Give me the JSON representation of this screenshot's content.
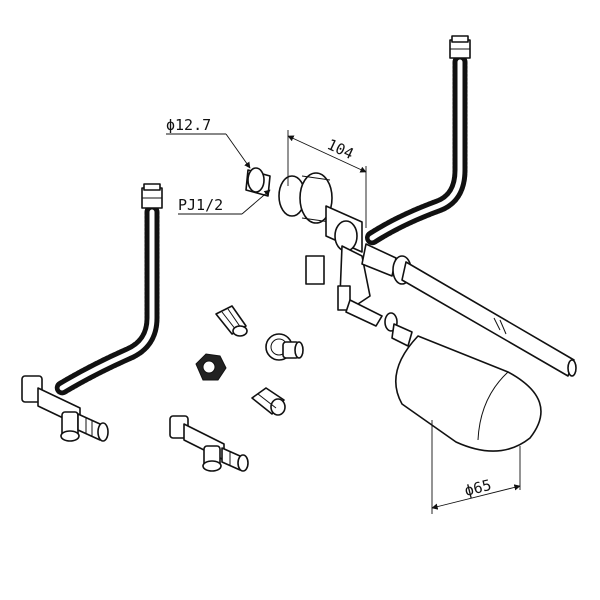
{
  "labels": {
    "pipe_diameter": "ϕ12.7",
    "thread": "PJ1/2",
    "width": "104",
    "float_diameter": "ϕ65"
  }
}
